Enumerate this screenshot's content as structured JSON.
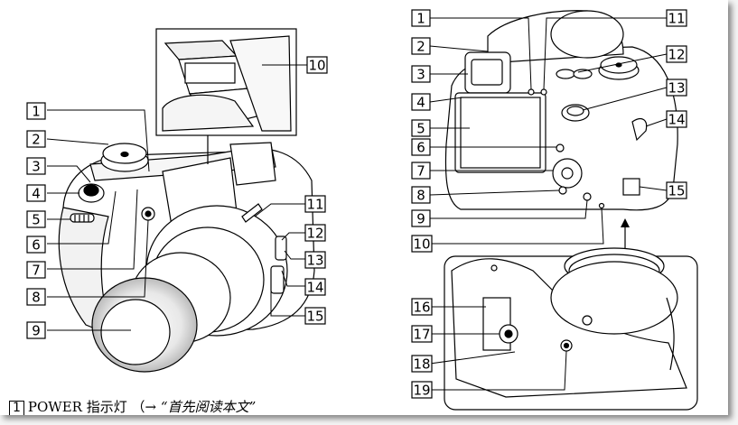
{
  "left_figure": {
    "callouts": [
      "1",
      "2",
      "3",
      "4",
      "5",
      "6",
      "7",
      "8",
      "9",
      "10",
      "11",
      "12",
      "13",
      "14",
      "15"
    ]
  },
  "right_figure": {
    "callouts_back": [
      "1",
      "2",
      "3",
      "4",
      "5",
      "6",
      "7",
      "8",
      "9",
      "10",
      "11",
      "12",
      "13",
      "14",
      "15"
    ],
    "callouts_bottom": [
      "16",
      "17",
      "18",
      "19"
    ]
  },
  "caption": {
    "number": "1",
    "label": "POWER 指示灯",
    "open_paren": "（",
    "arrow": "→",
    "reference": "“首先阅读本文”"
  }
}
